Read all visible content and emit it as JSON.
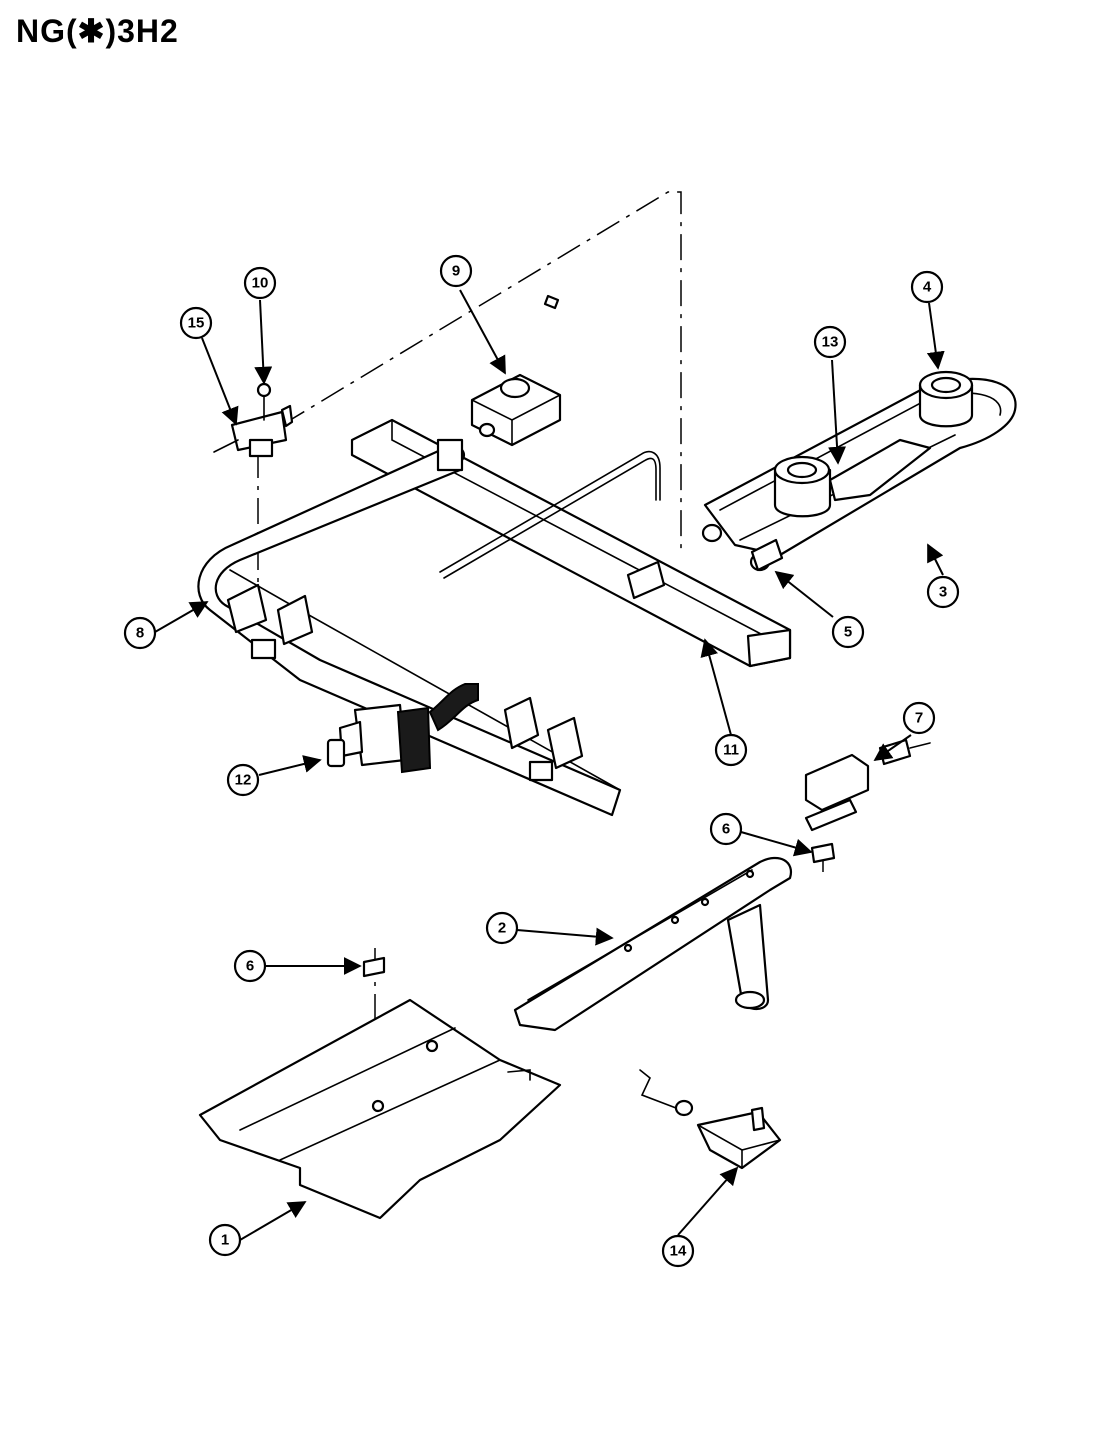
{
  "page": {
    "title": "NG(✱)3H2"
  },
  "callouts": [
    {
      "id": "c1",
      "label": "1"
    },
    {
      "id": "c2",
      "label": "2"
    },
    {
      "id": "c3",
      "label": "3"
    },
    {
      "id": "c4",
      "label": "4"
    },
    {
      "id": "c5",
      "label": "5"
    },
    {
      "id": "c6a",
      "label": "6"
    },
    {
      "id": "c6b",
      "label": "6"
    },
    {
      "id": "c7",
      "label": "7"
    },
    {
      "id": "c8",
      "label": "8"
    },
    {
      "id": "c9",
      "label": "9"
    },
    {
      "id": "c10",
      "label": "10"
    },
    {
      "id": "c11",
      "label": "11"
    },
    {
      "id": "c12",
      "label": "12"
    },
    {
      "id": "c13",
      "label": "13"
    },
    {
      "id": "c14",
      "label": "14"
    },
    {
      "id": "c15",
      "label": "15"
    }
  ],
  "colors": {
    "ink": "#000000",
    "paper": "#ffffff"
  }
}
